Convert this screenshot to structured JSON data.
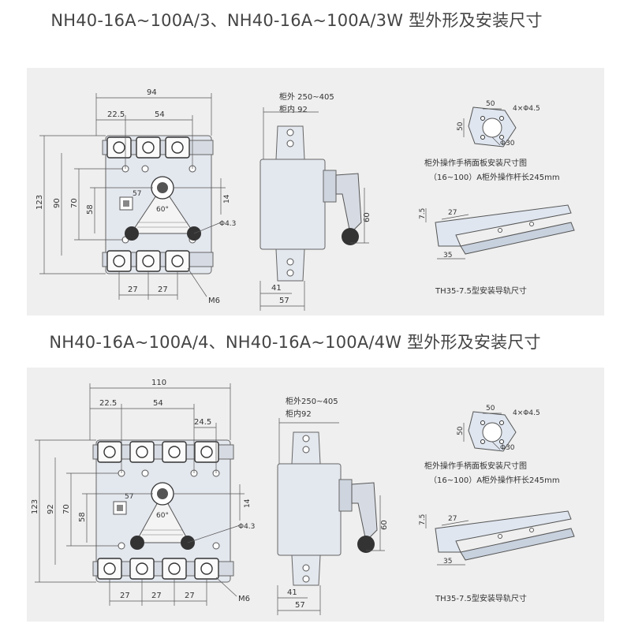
{
  "title_top": "NH40-16A~100A/3、NH40-16A~100A/3W 型外形及安装尺寸",
  "title_bottom": "NH40-16A~100A/4、NH40-16A~100A/4W 型外形及安装尺寸",
  "top": {
    "front": {
      "w94": "94",
      "w22_5": "22.5",
      "w54": "54",
      "h123": "123",
      "h90": "90",
      "h70": "70",
      "h58": "58",
      "d57": "57",
      "d14": "14",
      "hole": "Φ4.3",
      "angle": "60°",
      "b27a": "27",
      "b27b": "27",
      "screw": "M6"
    },
    "side": {
      "cab_out": "柜外 250~405",
      "cab_in": "柜内 92",
      "h60": "60",
      "b41": "41",
      "b57": "57"
    },
    "panel": {
      "w50": "50",
      "h50": "50",
      "holes": "4×Φ4.5",
      "dia": "Φ30",
      "cap1": "柜外操作手柄面板安装尺寸图",
      "cap2": "（16~100）A柜外操作杆长245mm"
    },
    "rail": {
      "d7_5": "7.5",
      "d27": "27",
      "d35": "35",
      "cap": "TH35-7.5型安装导轨尺寸"
    }
  },
  "bottom": {
    "front": {
      "w110": "110",
      "w22_5": "22.5",
      "w54": "54",
      "w24_5": "24.5",
      "h123": "123",
      "h92": "92",
      "h70": "70",
      "h58": "58",
      "d57": "57",
      "d14": "14",
      "hole": "Φ4.3",
      "angle": "60°",
      "b27a": "27",
      "b27b": "27",
      "b27c": "27",
      "screw": "M6"
    },
    "side": {
      "cab_out": "柜外250~405",
      "cab_in": "柜内92",
      "h60": "60",
      "b41": "41",
      "b57": "57"
    },
    "panel": {
      "w50": "50",
      "h50": "50",
      "holes": "4×Φ4.5",
      "dia": "Φ30",
      "cap1": "柜外操作手柄面板安装尺寸图",
      "cap2": "（16~100）A柜外操作杆长245mm"
    },
    "rail": {
      "d7_5": "7.5",
      "d27": "27",
      "d35": "35",
      "cap": "TH35-7.5型安装导轨尺寸"
    }
  }
}
